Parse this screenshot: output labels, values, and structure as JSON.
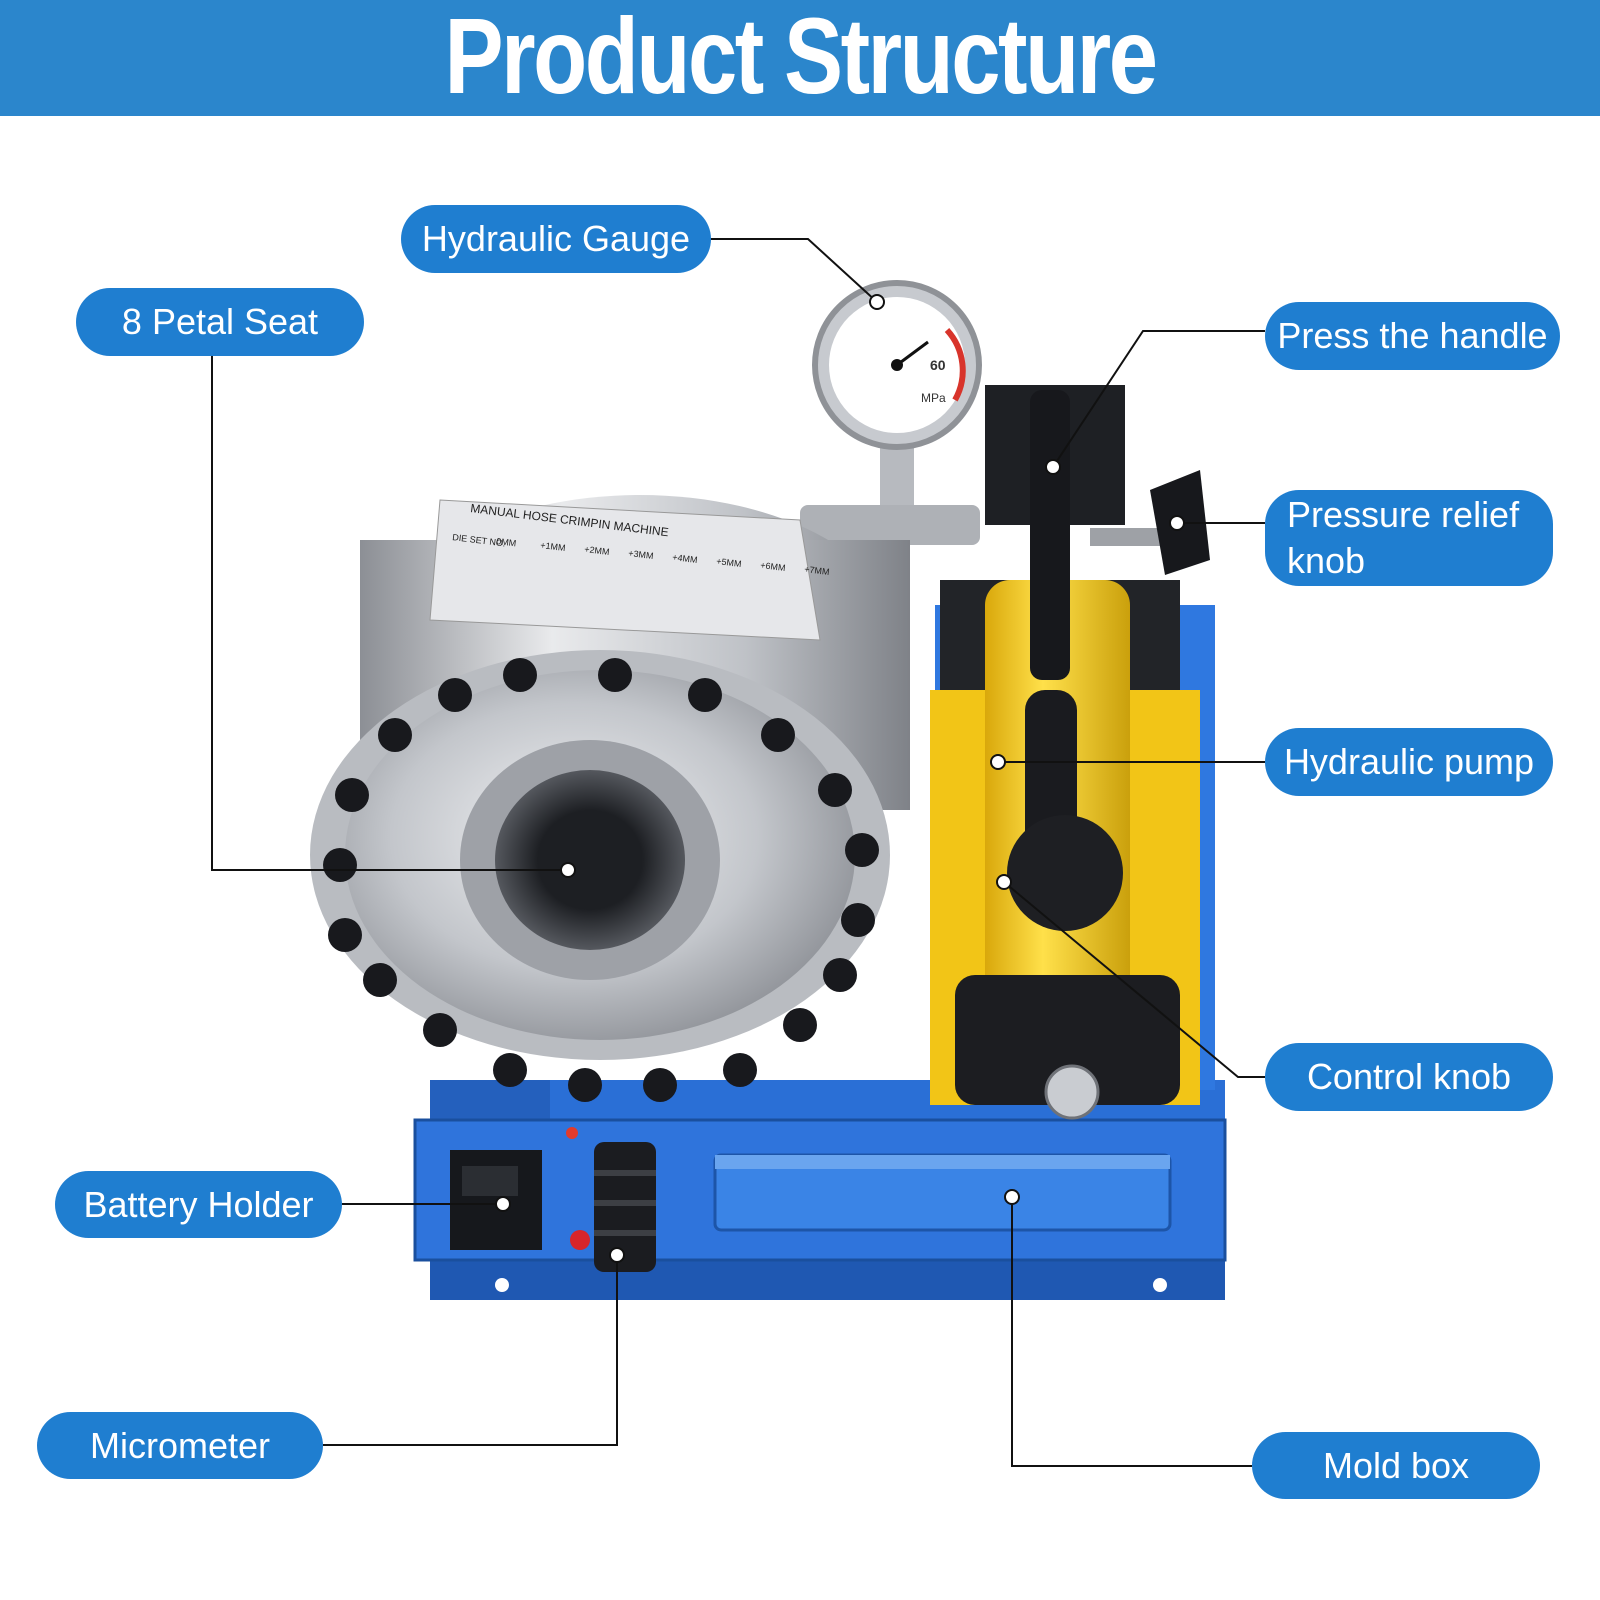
{
  "header": {
    "title": "Product Structure"
  },
  "labels": {
    "hydraulic_gauge": "Hydraulic Gauge",
    "petal_seat": "8 Petal Seat",
    "press_handle": "Press the handle",
    "pressure_relief": "Pressure relief knob",
    "hydraulic_pump": "Hydraulic pump",
    "control_knob": "Control knob",
    "battery_holder": "Battery Holder",
    "micrometer": "Micrometer",
    "mold_box": "Mold box"
  },
  "machine_plate": {
    "title": "MANUAL HOSE CRIMPIN MACHINE",
    "header": [
      "DIE SET NO.",
      "0MM",
      "+1MM",
      "+2MM",
      "+3MM",
      "+4MM",
      "+5MM",
      "+6MM",
      "+7MM"
    ]
  },
  "gauge": {
    "max": "60",
    "unit": "MPa"
  },
  "colors": {
    "banner": "#2b86cc",
    "pill": "#1f7ed0",
    "base": "#2a6fd6",
    "pump": "#f4cc1a"
  }
}
